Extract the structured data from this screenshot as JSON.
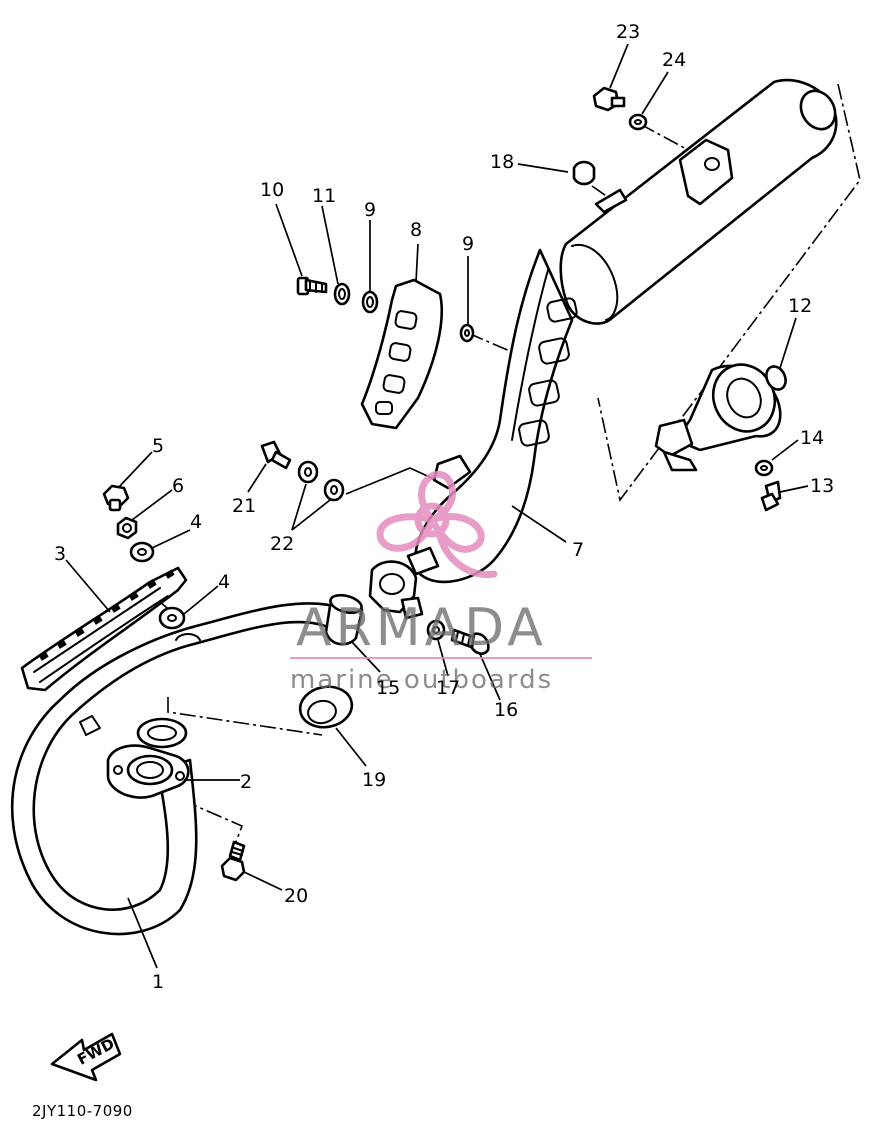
{
  "callouts": [
    {
      "id": "1",
      "text": "1"
    },
    {
      "id": "2",
      "text": "2"
    },
    {
      "id": "3",
      "text": "3"
    },
    {
      "id": "4a",
      "text": "4"
    },
    {
      "id": "4b",
      "text": "4"
    },
    {
      "id": "5",
      "text": "5"
    },
    {
      "id": "6",
      "text": "6"
    },
    {
      "id": "7",
      "text": "7"
    },
    {
      "id": "8",
      "text": "8"
    },
    {
      "id": "9a",
      "text": "9"
    },
    {
      "id": "9b",
      "text": "9"
    },
    {
      "id": "10",
      "text": "10"
    },
    {
      "id": "11",
      "text": "11"
    },
    {
      "id": "12",
      "text": "12"
    },
    {
      "id": "13",
      "text": "13"
    },
    {
      "id": "14",
      "text": "14"
    },
    {
      "id": "15",
      "text": "15"
    },
    {
      "id": "16",
      "text": "16"
    },
    {
      "id": "17",
      "text": "17"
    },
    {
      "id": "18",
      "text": "18"
    },
    {
      "id": "19",
      "text": "19"
    },
    {
      "id": "20",
      "text": "20"
    },
    {
      "id": "21",
      "text": "21"
    },
    {
      "id": "22",
      "text": "22"
    },
    {
      "id": "23",
      "text": "23"
    },
    {
      "id": "24",
      "text": "24"
    }
  ],
  "diagram_code": "2JY110-7090",
  "fwd_label": "FWD",
  "watermark": {
    "brand": "ARMADA",
    "tagline": "marine outboards",
    "brand_color": "#6e6e6e",
    "logo_color": "#e48cc0"
  }
}
